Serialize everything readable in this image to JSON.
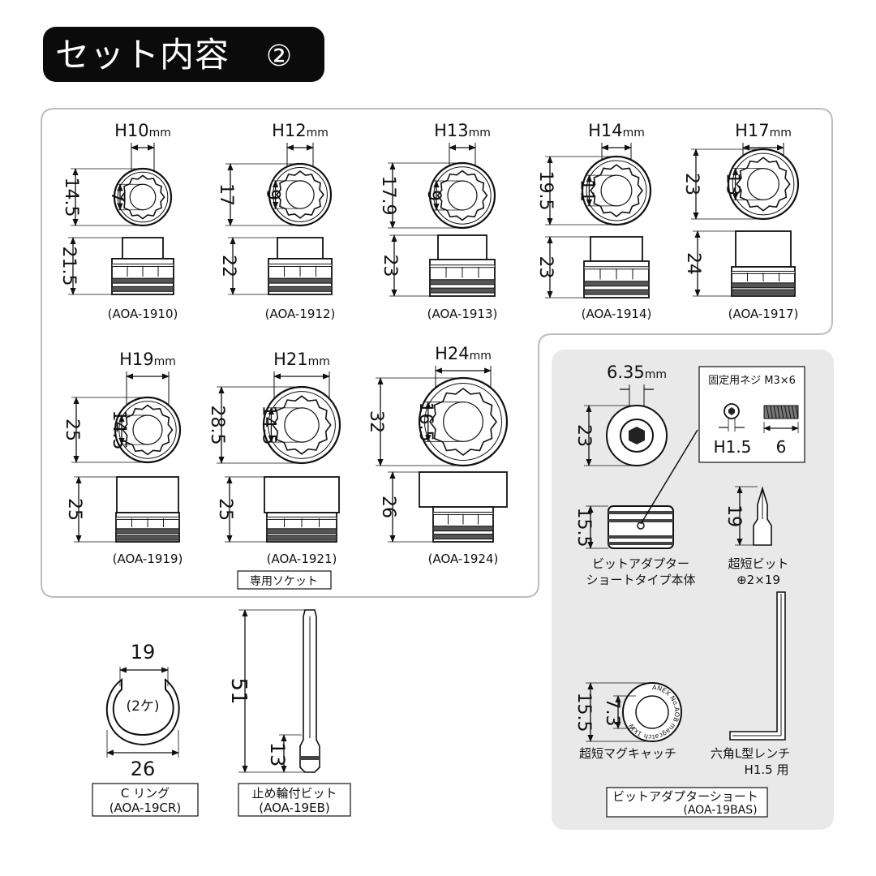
{
  "title": {
    "text": "セット内容",
    "number": "②"
  },
  "sockets_row1": [
    {
      "h": "H10",
      "unit": "mm",
      "outer": "14.5",
      "inner": "7",
      "height": "21.5",
      "code": "(AOA-1910)"
    },
    {
      "h": "H12",
      "unit": "mm",
      "outer": "17",
      "inner": "9",
      "height": "22",
      "code": "(AOA-1912)"
    },
    {
      "h": "H13",
      "unit": "mm",
      "outer": "17.9",
      "inner": "9",
      "height": "23",
      "code": "(AOA-1913)"
    },
    {
      "h": "H14",
      "unit": "mm",
      "outer": "19.5",
      "inner": "11",
      "height": "23",
      "code": "(AOA-1914)"
    },
    {
      "h": "H17",
      "unit": "mm",
      "outer": "23",
      "inner": "13",
      "height": "24",
      "code": "(AOA-1917)"
    }
  ],
  "sockets_row2": [
    {
      "h": "H19",
      "unit": "mm",
      "outer": "25",
      "inner": "14.5",
      "height": "25",
      "code": "(AOA-1919)"
    },
    {
      "h": "H21",
      "unit": "mm",
      "outer": "28.5",
      "inner": "14.5",
      "height": "25",
      "code": "(AOA-1921)"
    },
    {
      "h": "H24",
      "unit": "mm",
      "outer": "32",
      "inner": "16.5",
      "height": "26",
      "code": "(AOA-1924)"
    }
  ],
  "socket_group_label": "専用ソケット",
  "adapter": {
    "hex_size": "6.35",
    "unit": "mm",
    "diameter": "23",
    "height": "15.5",
    "name_line1": "ビットアダプター",
    "name_line2": "ショートタイプ本体"
  },
  "screw": {
    "title": "固定用ネジ  M3×6",
    "hex": "H1.5",
    "length": "6"
  },
  "bit": {
    "length": "19",
    "name": "超短ビット",
    "spec": "⊕2×19"
  },
  "magcatch": {
    "height": "15.5",
    "inner": "7.3",
    "name": "超短マグキャッチ",
    "ring_text": "ANEX No.AOB magcatch 1kW"
  },
  "wrench": {
    "name_line1": "六角L型レンチ",
    "name_line2": "H1.5 用"
  },
  "adapter_set": {
    "name": "ビットアダプターショート",
    "code": "(AOA-19BAS)"
  },
  "c_ring": {
    "width_top": "19",
    "count": "(2ケ)",
    "width_bottom": "26",
    "name": "C リング",
    "code": "(AOA-19CR)"
  },
  "eb_bit": {
    "total": "51",
    "partial": "13",
    "name": "止め輪付ビット",
    "code": "(AOA-19EB)"
  },
  "colors": {
    "title_bg": "#0b0b0b",
    "panel_bg": "#e9e9e9",
    "border": "#bdbdbd",
    "ink": "#111111"
  }
}
